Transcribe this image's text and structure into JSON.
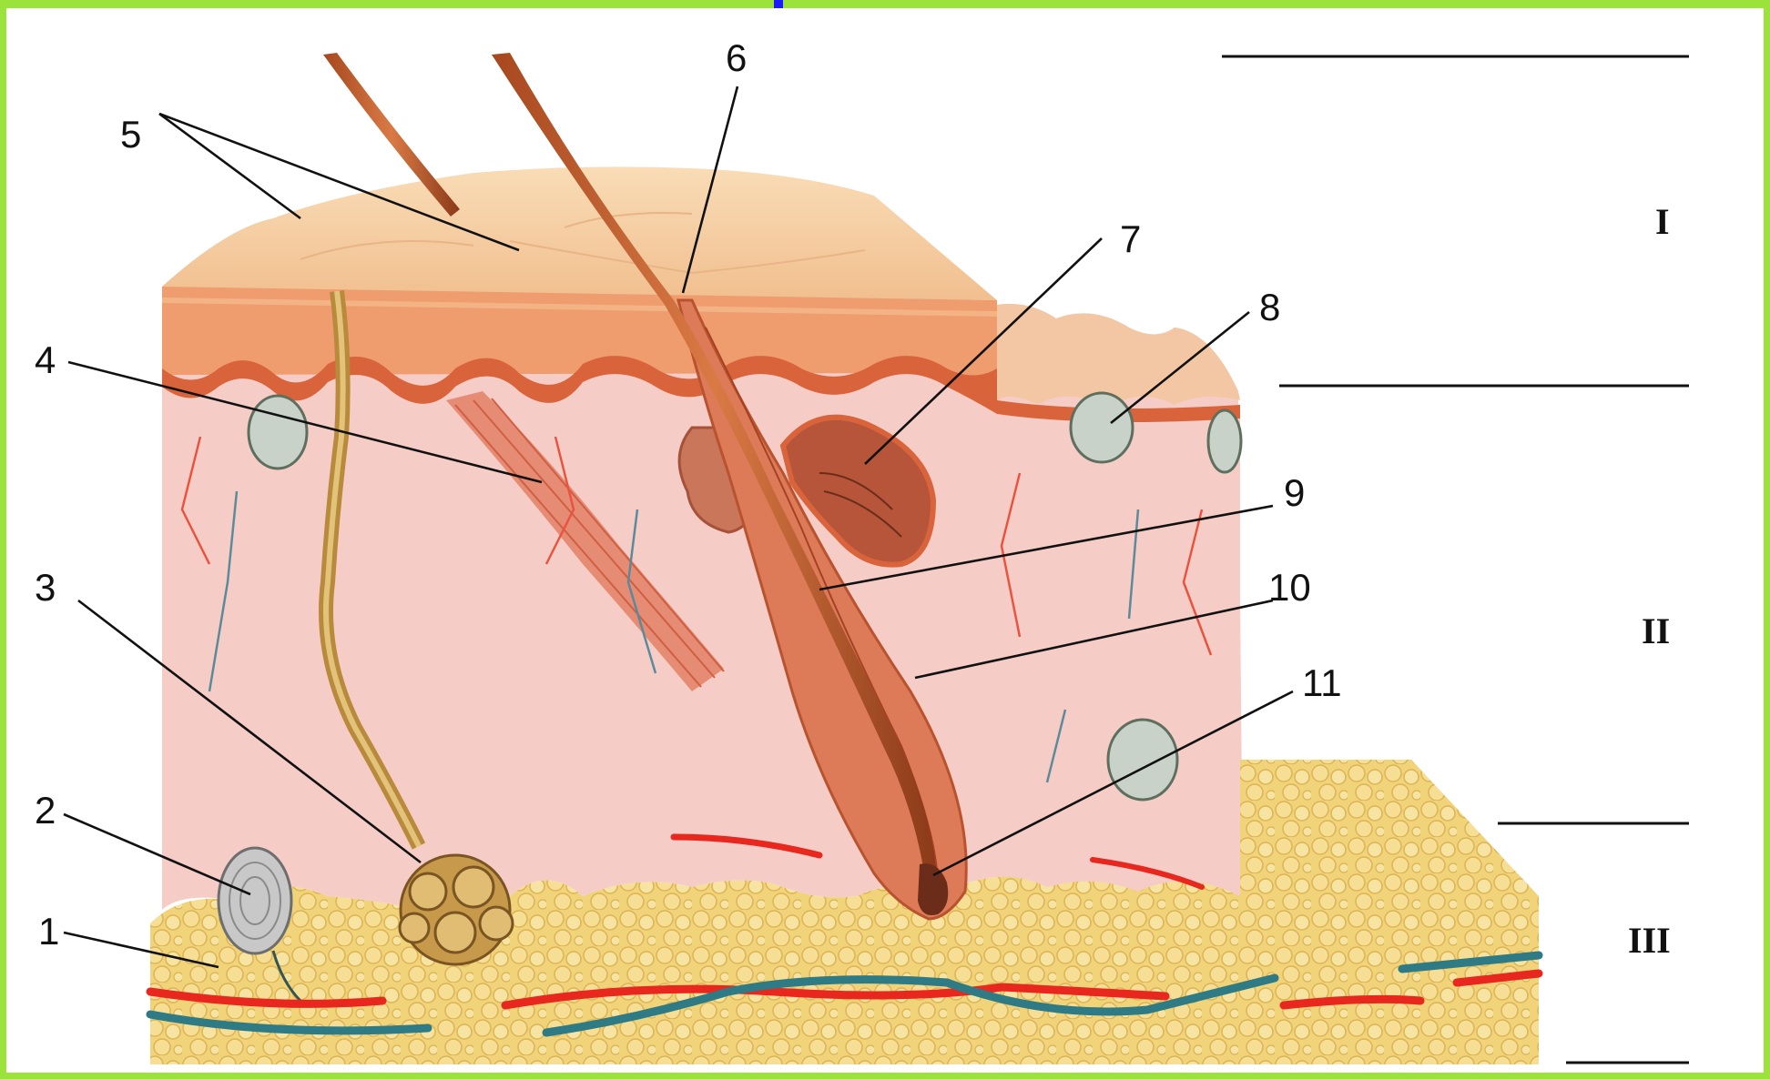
{
  "labels": {
    "n1": "1",
    "n2": "2",
    "n3": "3",
    "n4": "4",
    "n5": "5",
    "n6": "6",
    "n7": "7",
    "n8": "8",
    "n9": "9",
    "n10": "10",
    "n11": "11"
  },
  "layers": {
    "epidermis": "I",
    "dermis": "II",
    "hypodermis": "III"
  },
  "colors": {
    "frame": "#9be33b",
    "blue_mark": "#1a1aff",
    "epidermis_top": "#f4c79b",
    "epidermis_side": "#ef9c6e",
    "basal_layer": "#d9633a",
    "dermis": "#f6cdc6",
    "hypodermis": "#f1d37a",
    "artery": "#e8271f",
    "vein": "#2e7b86",
    "hair": "#c8602f",
    "sweat_gland": "#b78a3c"
  }
}
